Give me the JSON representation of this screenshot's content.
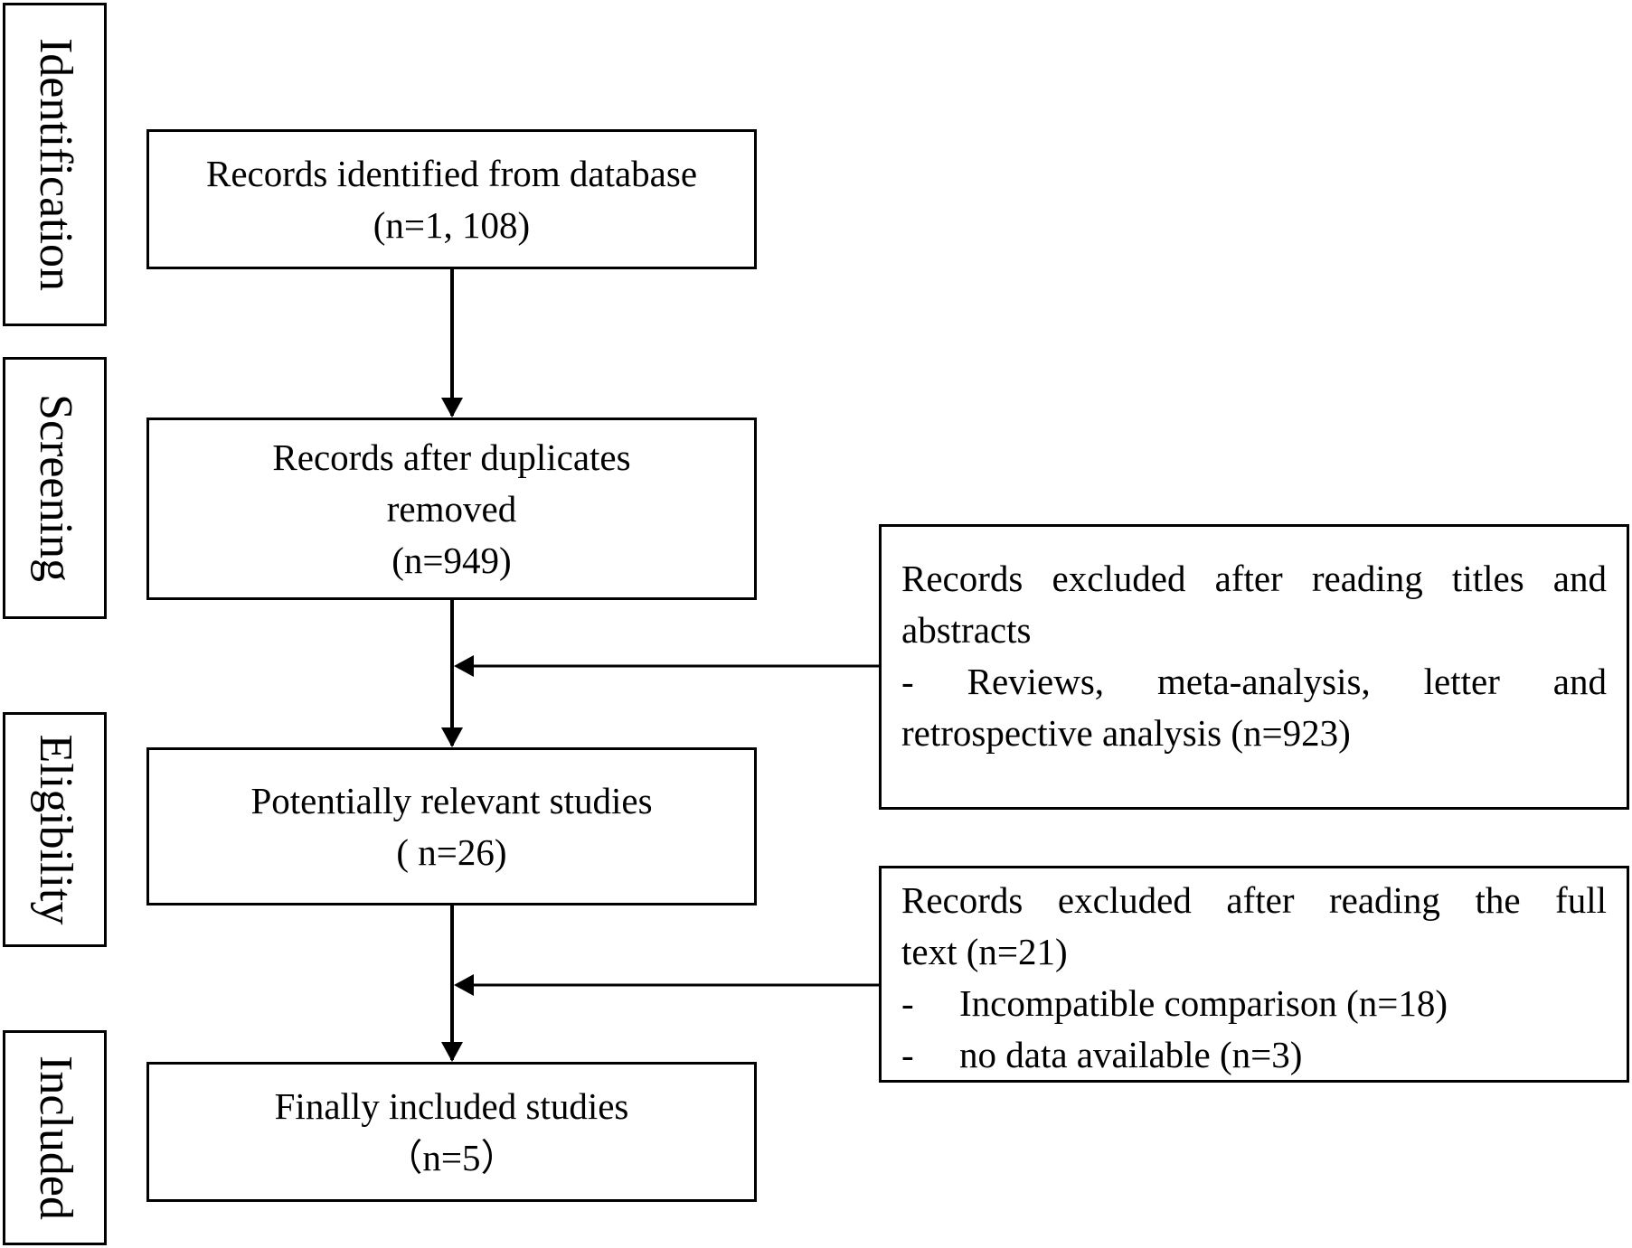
{
  "stages": {
    "identification": "Identification",
    "screening": "Screening",
    "eligibility": "Eligibility",
    "included": "Included"
  },
  "boxes": {
    "identified": {
      "line1": "Records identified from database",
      "line2": "(n=1, 108)"
    },
    "duplicates_removed": {
      "line1": "Records after duplicates",
      "line2": "removed",
      "line3": "(n=949)"
    },
    "potentially_relevant": {
      "line1": "Potentially relevant studies",
      "line2": "( n=26)"
    },
    "finally_included": {
      "line1": "Finally included studies",
      "line2": "（n=5）"
    }
  },
  "exclusions": {
    "titles_abstracts": {
      "line1": "Records excluded after reading titles and",
      "line2": "abstracts",
      "line3": "- Reviews, meta-analysis, letter and",
      "line4": "retrospective analysis (n=923)"
    },
    "full_text": {
      "line1": "Records excluded after reading the full",
      "line2": "text (n=21)",
      "item1_dash": "-",
      "item1": "Incompatible comparison (n=18)",
      "item2_dash": "-",
      "item2": "no data available (n=3)"
    }
  }
}
